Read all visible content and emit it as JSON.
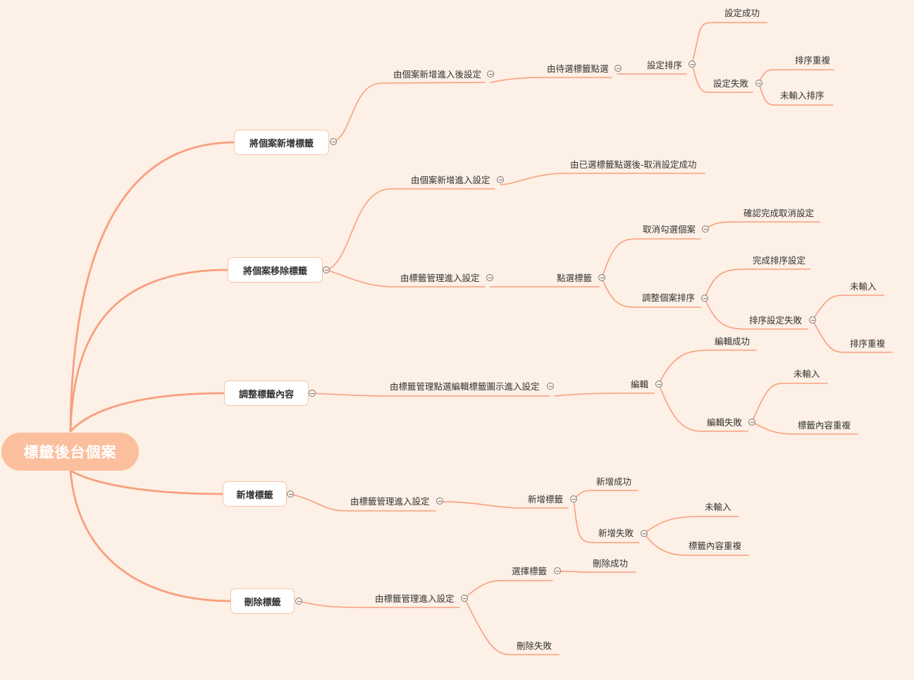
{
  "mindmap": {
    "root": "標籤後台個案",
    "branches": {
      "add": {
        "label": "將個案新增標籤",
        "via": "由個案新增進入後設定",
        "select": "由待選標籤點選",
        "sort": "設定排序",
        "success": "設定成功",
        "fail": "設定失敗",
        "fail_dup": "排序重複",
        "fail_empty": "未輸入排序"
      },
      "remove": {
        "label": "將個案移除標籤",
        "via_case": "由個案新增進入設定",
        "via_case_result": "由已選標籤點選後-取消設定成功",
        "via_manage": "由標籤管理進入設定",
        "click": "點選標籤",
        "uncheck": "取消勾選個案",
        "uncheck_done": "確認完成取消設定",
        "adjust": "調整個案排序",
        "adjust_done": "完成排序設定",
        "adjust_fail": "排序設定失敗",
        "adjust_fail_empty": "未輸入",
        "adjust_fail_dup": "排序重複"
      },
      "edit": {
        "label": "調整標籤內容",
        "via": "由標籤管理點選編輯標籤圖示進入設定",
        "action": "編輯",
        "success": "編輯成功",
        "fail": "編輯失敗",
        "fail_empty": "未輸入",
        "fail_dup": "標籤內容重複"
      },
      "create": {
        "label": "新增標籤",
        "via": "由標籤管理進入設定",
        "action": "新增標籤",
        "success": "新增成功",
        "fail": "新增失敗",
        "fail_empty": "未輸入",
        "fail_dup": "標籤內容重複"
      },
      "delete": {
        "label": "刪除標籤",
        "via": "由標籤管理進入設定",
        "select": "選擇標籤",
        "success": "刪除成功",
        "fail": "刪除失敗"
      }
    }
  },
  "style": {
    "line_color": "#f7a07e",
    "root_color": "#fbbf9d",
    "background": "#fdf0e6"
  }
}
